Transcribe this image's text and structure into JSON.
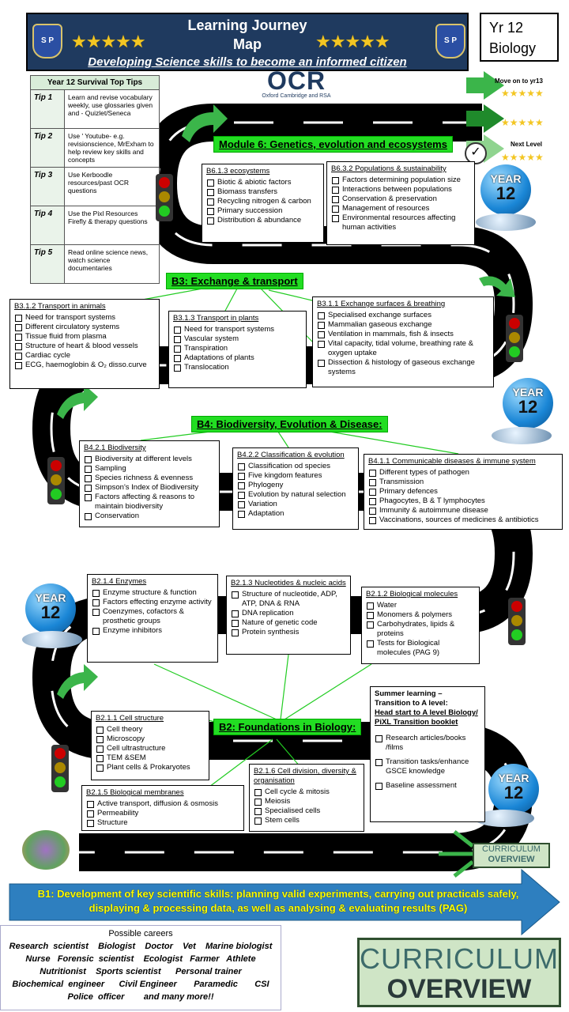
{
  "header": {
    "title_line1": "Learning Journey",
    "title_line2": "Map",
    "subtitle": "Developing Science skills to become an informed citizen",
    "crest_text": "S P"
  },
  "year_box": {
    "line1": "Yr 12",
    "line2": "Biology"
  },
  "ocr": {
    "logo": "OCR",
    "tagline": "Oxford Cambridge and RSA"
  },
  "tips": {
    "title": "Year 12 Survival Top Tips",
    "items": [
      {
        "key": "Tip 1",
        "text": "Learn and revise vocabulary weekly, use glossaries given and - Quizlet/Seneca"
      },
      {
        "key": "Tip 2",
        "text": "Use ' Youtube- e.g. revisionscience, MrExham to help review key skills and concepts"
      },
      {
        "key": "Tip 3",
        "text": "Use Kerboodle resources/past OCR questions"
      },
      {
        "key": "Tip 4",
        "text": "Use the Pixl Resources Firefly & therapy questions"
      },
      {
        "key": "Tip 5",
        "text": "Read online science news, watch science documentaries"
      }
    ]
  },
  "top_right": {
    "move_on": "Move on to  yr13",
    "next_level": "Next Level"
  },
  "year_badge": {
    "line1": "YEAR",
    "line2": "12"
  },
  "module6": {
    "label": "Module 6: Genetics, evolution and ecosystems",
    "box1": {
      "title": "B6.1.3 ecosystems",
      "items": [
        "Biotic & abiotic factors",
        "Biomass transfers",
        "Recycling nitrogen & carbon",
        "Primary succession",
        "Distribution & abundance"
      ]
    },
    "box2": {
      "title": "B6.3.2 Populations & sustainability",
      "items": [
        "Factors determining population size",
        "Interactions between populations",
        "Conservation & preservation",
        "Management of resources",
        "Environmental resources affecting human activities"
      ]
    }
  },
  "b3": {
    "label": "B3: Exchange & transport",
    "box1": {
      "title": "B3.1.2 Transport in animals",
      "items": [
        "Need for transport systems",
        "Different circulatory systems",
        "Tissue fluid from plasma",
        "Structure of heart & blood vessels",
        "Cardiac cycle",
        "ECG, haemoglobin & O₂ disso.curve"
      ]
    },
    "box2": {
      "title": "B3.1.3 Transport in plants",
      "items": [
        "Need for transport systems",
        "Vascular system",
        "Transpiration",
        "Adaptations of plants",
        "Translocation"
      ]
    },
    "box3": {
      "title": "B3.1.1 Exchange surfaces  & breathing",
      "items": [
        "Specialised exchange surfaces",
        "Mammalian gaseous exchange",
        "Ventilation in mammals, fish & insects",
        "Vital capacity, tidal volume, breathing rate & oxygen uptake",
        "Dissection & histology of gaseous exchange systems"
      ]
    }
  },
  "b4": {
    "label": "B4:  Biodiversity, Evolution & Disease:",
    "box1": {
      "title": "B4.2.1 Biodiversity",
      "items": [
        "Biodiversity at different levels",
        "Sampling",
        "Species richness & evenness",
        "Simpson's Index of Biodiversity",
        "Factors affecting & reasons to maintain biodiversity",
        "Conservation"
      ]
    },
    "box2": {
      "title": "B4.2.2 Classification & evolution",
      "items": [
        "Classification od species",
        "Five kingdom features",
        "Phylogeny",
        "Evolution by natural selection",
        "Variation",
        "Adaptation"
      ]
    },
    "box3": {
      "title": "B4.1.1 Communicable diseases & immune system",
      "items": [
        "Different types of pathogen",
        "Transmission",
        "Primary defences",
        "Phagocytes, B & T lymphocytes",
        "Immunity & autoimmune disease",
        "Vaccinations, sources of medicines & antibiotics"
      ]
    }
  },
  "b2": {
    "label": "B2: Foundations in Biology:",
    "enzymes": {
      "title": "B2.1.4 Enzymes",
      "items": [
        "Enzyme structure & function",
        "Factors effecting enzyme activity",
        "Coenzymes, cofactors & prosthetic groups",
        "Enzyme inhibitors"
      ]
    },
    "nucleotides": {
      "title": "B2.1.3 Nucleotides & nucleic acids",
      "items": [
        "Structure of nucleotide, ADP, ATP, DNA & RNA",
        "DNA replication",
        "Nature of genetic code",
        "Protein synthesis"
      ]
    },
    "molecules": {
      "title": "B2.1.2 Biological molecules",
      "items": [
        "Water",
        "Monomers & polymers",
        "Carbohydrates, lipids & proteins",
        "Tests for Biological molecules (PAG 9)"
      ]
    },
    "cell": {
      "title": "B2.1.1 Cell structure",
      "items": [
        "Cell theory",
        "Microscopy",
        "Cell ultrastructure",
        "TEM &SEM",
        "Plant cells & Prokaryotes"
      ]
    },
    "division": {
      "title": "B2.1.6 Cell division, diversity & organisation",
      "items": [
        "Cell cycle & mitosis",
        "Meiosis",
        "Specialised cells",
        "Stem cells"
      ]
    },
    "membranes": {
      "title": "B2.1.5 Biological membranes",
      "items": [
        "Active transport, diffusion & osmosis",
        "Permeability",
        "Structure"
      ]
    }
  },
  "summer": {
    "title1": "Summer learning –",
    "title2": "Transition to A level:",
    "title3": "Head start to A level Biology/ PiXL Transition booklet",
    "items": [
      "Research articles/books /films",
      "Transition tasks/enhance GSCE knowledge",
      "Baseline assessment"
    ]
  },
  "curriculum_overview": {
    "line1": "CURRICULUM",
    "line2": "OVERVIEW"
  },
  "b1": {
    "text": "B1: Development of key scientific skills: planning valid experiments, carrying out practicals safely, displaying & processing data, as well as analysing & evaluating results (PAG)"
  },
  "careers": {
    "title": "Possible careers",
    "lines": [
      "Research  scientist    Biologist    Doctor    Vet    Marine biologist",
      "Nurse   Forensic  scientist    Ecologist   Farmer   Athlete",
      "Nutritionist    Sports scientist      Personal trainer",
      "Biochemical  engineer      Civil Engineer       Paramedic       CSI",
      "Police  officer        and many more!!"
    ]
  }
}
